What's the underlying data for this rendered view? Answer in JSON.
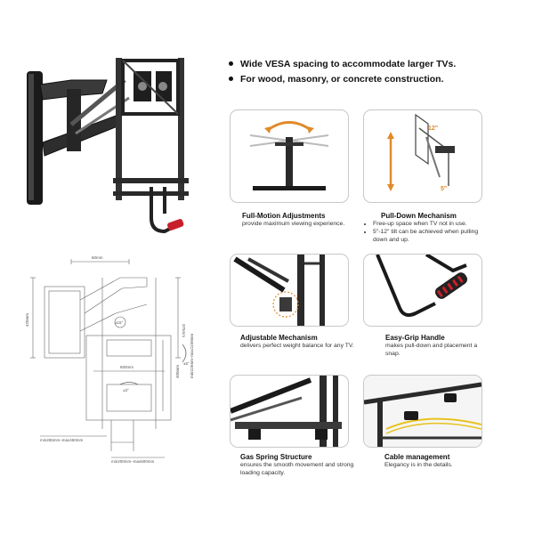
{
  "bullets": [
    "Wide VESA spacing to accommodate larger TVs.",
    "For wood, masonry, or concrete construction."
  ],
  "features": [
    {
      "title": "Full-Motion Adjustments",
      "desc": "provide maximum viewing experience."
    },
    {
      "title": "Pull-Down Mechanism",
      "items": [
        "Free-up space when TV not in use.",
        "5\"-12\" tilt can be achieved when pulling down and up."
      ]
    },
    {
      "title": "Adjustable Mechanism",
      "desc": "delivers perfect weight balance for any TV."
    },
    {
      "title": "Easy-Grip Handle",
      "desc": "makes pull-down and placement a snap."
    },
    {
      "title": "Gas Spring Structure",
      "desc": "ensures the smooth movement and strong loading capacity."
    },
    {
      "title": "Cable management",
      "desc": "Elegancy is in the details."
    }
  ],
  "pulldown_labels": {
    "top": "12\"",
    "bottom": "5\""
  },
  "diagram_labels": {
    "width_top": "60mm",
    "left_height": "420mm",
    "right_height": "375mm",
    "angle": "±15°",
    "tilt": "±5°",
    "vesa_w": "600mm",
    "rotate": "±3°",
    "bottom_left": "min265mm–max450mm",
    "bottom_right": "min200mm–max600mm",
    "side_v1": "min110mm–max1150mm",
    "side_v2": "400mm"
  },
  "colors": {
    "accent": "#e08a2a",
    "grip": "#c8202a",
    "metal": "#2a2a2a",
    "cable": "#e8c21c"
  }
}
